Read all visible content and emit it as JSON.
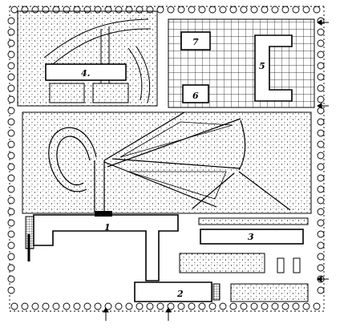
{
  "plan": {
    "building_labels": [
      "1",
      "2",
      "3",
      "4.",
      "5",
      "6",
      "7"
    ]
  },
  "colors": {
    "ink": "#000000",
    "paper": "#ffffff"
  }
}
